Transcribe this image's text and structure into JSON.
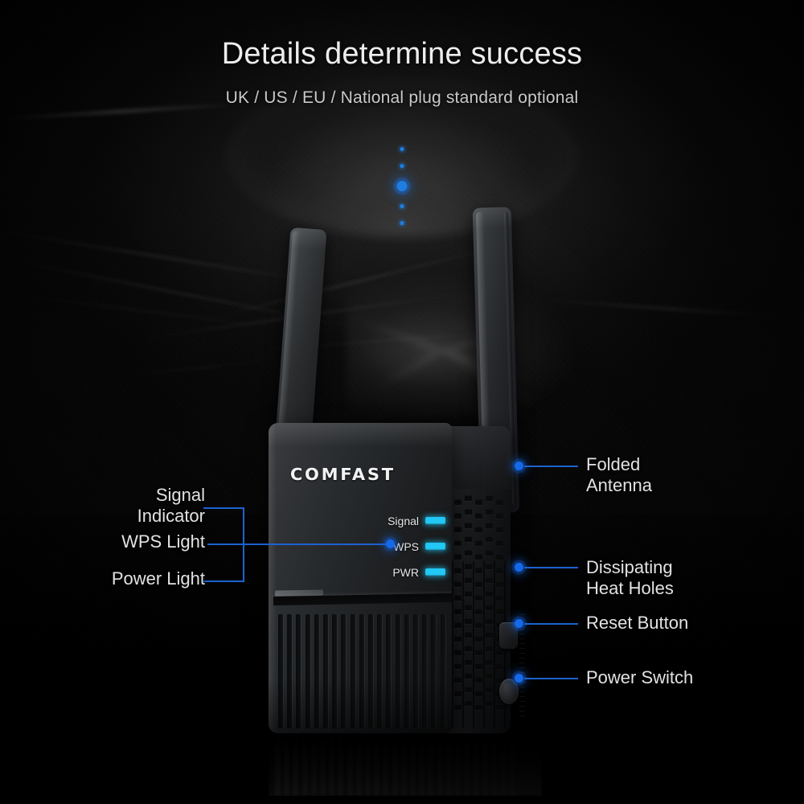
{
  "header": {
    "title": "Details determine success",
    "subtitle": "UK / US / EU / National plug standard optional"
  },
  "device": {
    "brand": "COMFAST",
    "leds": [
      {
        "label": "Signal"
      },
      {
        "label": "WPS"
      },
      {
        "label": "PWR"
      }
    ]
  },
  "callouts": {
    "left": [
      {
        "id": "signal-indicator",
        "label": "Signal\nIndicator"
      },
      {
        "id": "wps-light",
        "label": "WPS Light"
      },
      {
        "id": "power-light",
        "label": "Power Light"
      }
    ],
    "right": [
      {
        "id": "folded-antenna",
        "label": "Folded\nAntenna"
      },
      {
        "id": "dissipating-heat-holes",
        "label": "Dissipating\nHeat Holes"
      },
      {
        "id": "reset-button",
        "label": "Reset Button"
      },
      {
        "id": "power-switch",
        "label": "Power Switch"
      }
    ]
  },
  "colors": {
    "background": "#050505",
    "title_text": "#ededed",
    "subtitle_text": "#c9c9c9",
    "callout_text": "#e2e2e2",
    "callout_line": "#1d62cf",
    "callout_dot": "#1569e8",
    "led_cyan": "#22c8f5",
    "accent_blue": "#1a8cf0"
  }
}
